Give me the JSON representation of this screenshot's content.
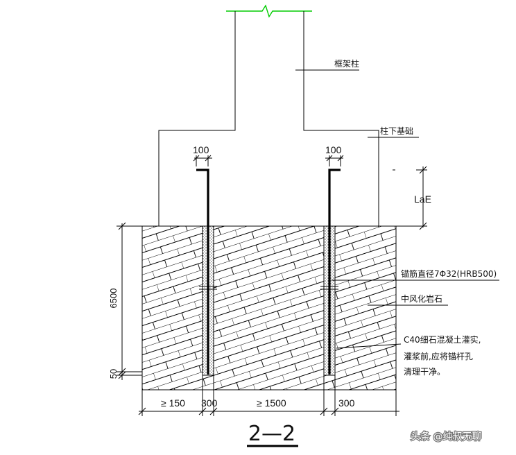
{
  "labels": {
    "frame_column": "框架柱",
    "column_foundation": "柱下基础",
    "anchor_bar": "锚筋直径7Φ32(HRB500)",
    "rock_layer": "中风化岩石",
    "grout_note_1": "C40细石混凝土灌实,",
    "grout_note_2": "灌浆前,应将锚杆孔",
    "grout_note_3": "清理干净。"
  },
  "dimensions": {
    "hook_left": "100",
    "hook_right": "100",
    "lae": "LaE",
    "depth_6500": "6500",
    "depth_50": "50",
    "edge_150": "≥ 150",
    "hole_left_300": "300",
    "spacing_1500": "≥ 1500",
    "hole_right_300": "300"
  },
  "section_title": "2—2",
  "watermark": "头条 @纯叔无聊",
  "colors": {
    "line": "#000000",
    "break_line": "#00cc00",
    "background": "#ffffff"
  }
}
